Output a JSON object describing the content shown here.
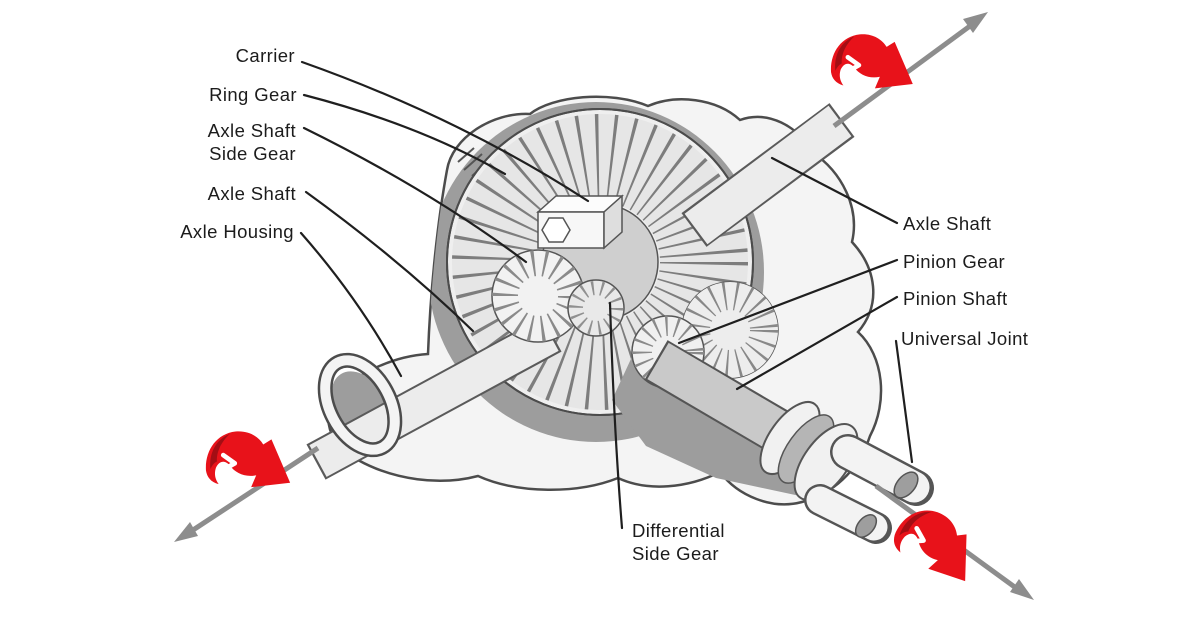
{
  "diagram": {
    "subject": "Rear axle differential cutaway",
    "labels": {
      "carrier": {
        "text": "Carrier"
      },
      "ring_gear": {
        "text": "Ring Gear"
      },
      "axle_shaft_side_gear": {
        "line1": "Axle Shaft",
        "line2": "Side Gear"
      },
      "axle_shaft_left": {
        "text": "Axle Shaft"
      },
      "axle_housing": {
        "text": "Axle Housing"
      },
      "axle_shaft_right": {
        "text": "Axle Shaft"
      },
      "pinion_gear": {
        "text": "Pinion Gear"
      },
      "pinion_shaft": {
        "text": "Pinion Shaft"
      },
      "universal_joint": {
        "text": "Universal Joint"
      },
      "differential_side_gear": {
        "line1": "Differential",
        "line2": "Side Gear"
      }
    },
    "colors": {
      "rotation_red": "#e8121a",
      "rotation_red_dark": "#a30e14",
      "axis_gray": "#8d8d8d",
      "leader": "#1f1f1f",
      "text": "#1c1c1c"
    },
    "icon_names": [
      "rotation-arrow",
      "axis-arrow"
    ]
  }
}
